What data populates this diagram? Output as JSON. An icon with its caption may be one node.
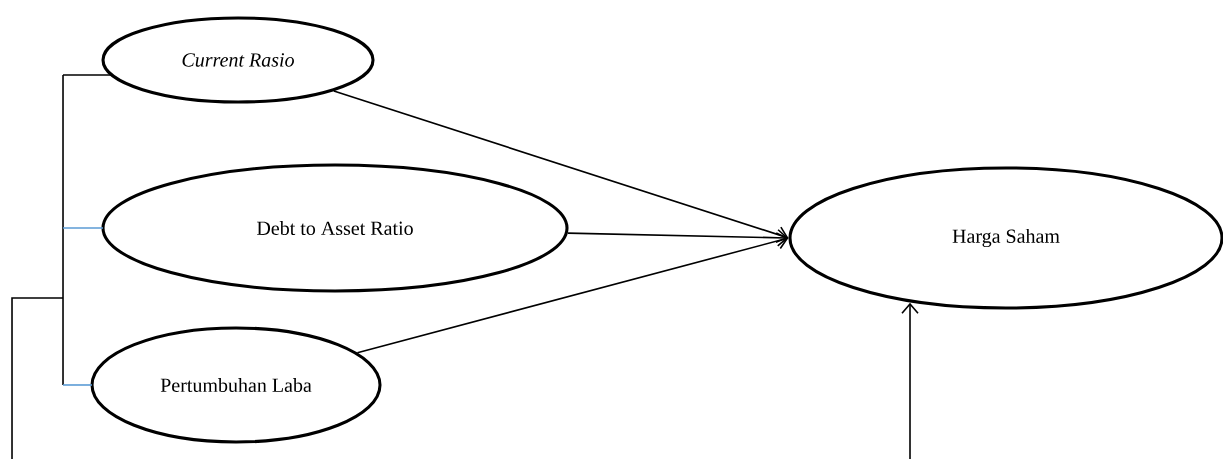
{
  "diagram": {
    "nodes": [
      {
        "text": [
          "Current Rasio"
        ]
      },
      {
        "text": [
          "Debt to Asset Ratio"
        ]
      },
      {
        "text": [
          "Pertumbuhan Laba"
        ]
      },
      {
        "text": [
          "Harga Saham"
        ]
      }
    ],
    "edges": [
      {
        "from": 0,
        "to": 3,
        "arrow": "to"
      },
      {
        "from": 1,
        "to": 3,
        "arrow": "to"
      },
      {
        "from": 2,
        "to": 3,
        "arrow": "to"
      },
      {
        "from": null,
        "to": 0,
        "arrow": "none"
      },
      {
        "from": null,
        "to": 1,
        "arrow": "none",
        "color": "#5b9bd5"
      },
      {
        "from": null,
        "to": 2,
        "arrow": "none",
        "color": "#5b9bd5"
      },
      {
        "from": null,
        "to": 3,
        "arrow": "to"
      }
    ]
  }
}
